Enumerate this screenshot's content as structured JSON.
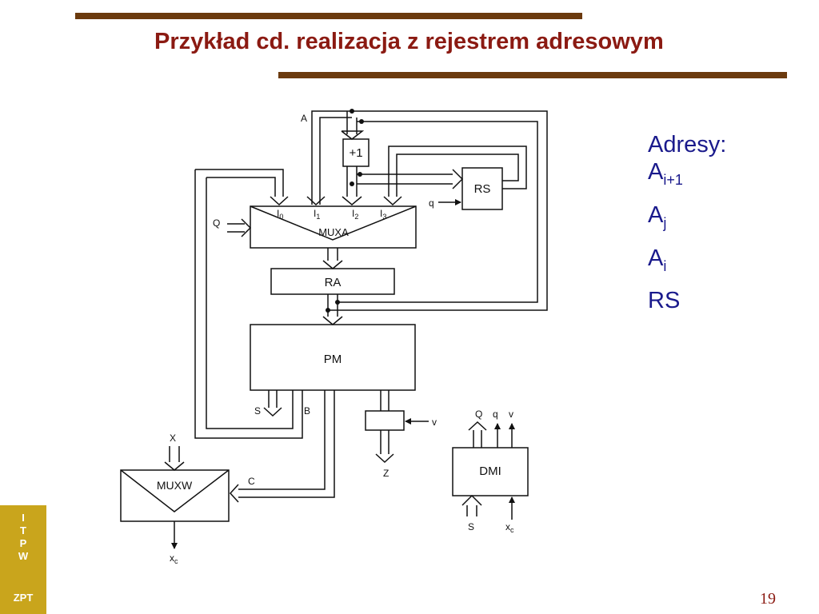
{
  "header": {
    "title": "Przykład cd. realizacja z rejestrem adresowym",
    "accent_color": "#8b1a12",
    "bar_color": "#6b3a0e"
  },
  "notes": {
    "heading": "Adresy:",
    "items": [
      {
        "main": "A",
        "sub": "i+1"
      },
      {
        "main": "A",
        "sub": "j"
      },
      {
        "main": "A",
        "sub": "i"
      },
      {
        "main": "RS",
        "sub": ""
      }
    ],
    "color": "#1a1a8c"
  },
  "sidebar": {
    "letters": [
      "I",
      "T",
      "P",
      "W"
    ],
    "footer": "ZPT",
    "color": "#c9a51c"
  },
  "page_number": "19",
  "diagram": {
    "blocks": {
      "inc": "+1",
      "rs": "RS",
      "muxa": "MUXA",
      "ra": "RA",
      "pm": "PM",
      "muxw": "MUXW",
      "dmi": "DMI"
    },
    "labels": {
      "a": "A",
      "q_in": "Q",
      "q_rs": "q",
      "s": "S",
      "b": "B",
      "v": "v",
      "z": "Z",
      "x": "X",
      "c": "C",
      "xc_main": "x",
      "xc_sub": "c",
      "dmi_q": "Q",
      "dmi_qs": "q",
      "dmi_v": "v",
      "dmi_s": "S",
      "dmi_x": "x",
      "dmi_xsub": "c"
    },
    "muxa_inputs": [
      {
        "main": "I",
        "sub": "0"
      },
      {
        "main": "I",
        "sub": "1"
      },
      {
        "main": "I",
        "sub": "2"
      },
      {
        "main": "I",
        "sub": "3"
      }
    ]
  }
}
